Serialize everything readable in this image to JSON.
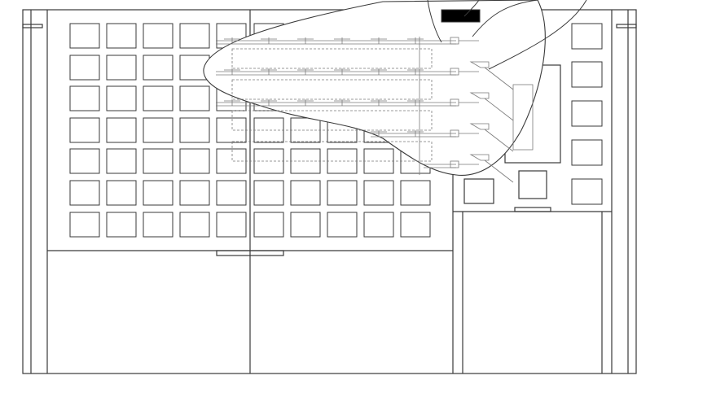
{
  "drawing": {
    "line_color": "#3a3a3a",
    "detail_color": "#7a7a7a",
    "background": "#ffffff",
    "left_grid": {
      "columns": 10,
      "rows": 7
    },
    "right_column_squares": 5,
    "pipe_runs": 5
  }
}
